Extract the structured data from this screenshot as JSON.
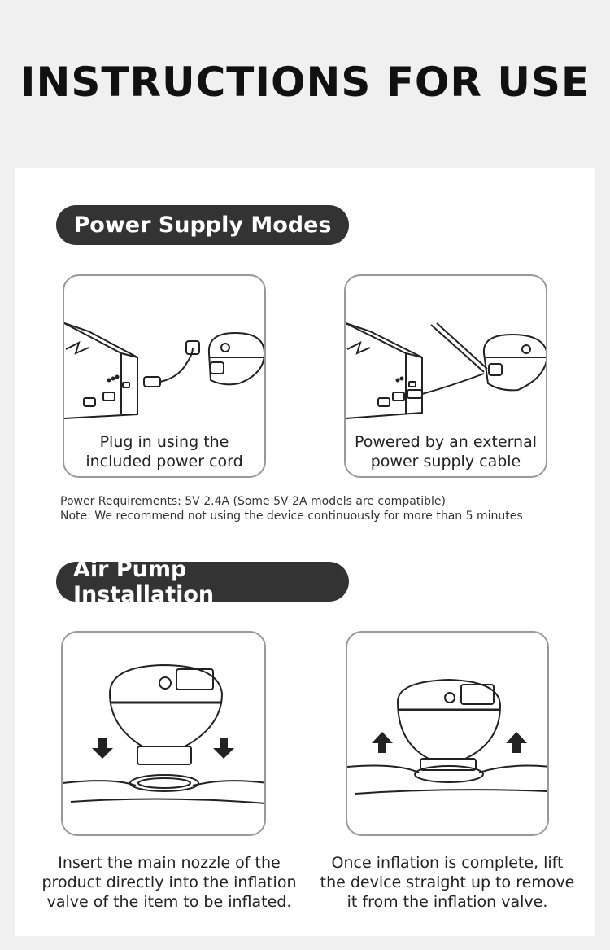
{
  "title": "INSTRUCTIONS FOR USE",
  "power_section": {
    "heading": "Power Supply Modes",
    "cards": [
      {
        "line1": "Plug in using the",
        "line2": "included power cord"
      },
      {
        "line1": "Powered by an external",
        "line2": "power supply cable"
      }
    ],
    "requirements": "Power Requirements: 5V 2.4A (Some 5V 2A models are compatible)",
    "note": "Note: We recommend not using the device continuously for more than 5 minutes"
  },
  "pump_section": {
    "heading": "Air Pump Installation",
    "steps": [
      {
        "line1": "Insert the main nozzle of the",
        "line2": "product directly into the inflation",
        "line3": "valve of the item to be inflated."
      },
      {
        "line1": "Once inflation is complete, lift",
        "line2": "the device straight up to remove",
        "line3": "it from the inflation valve."
      }
    ]
  },
  "icons": [
    "lightning-icon",
    "arrow-down-icon",
    "arrow-up-icon"
  ]
}
